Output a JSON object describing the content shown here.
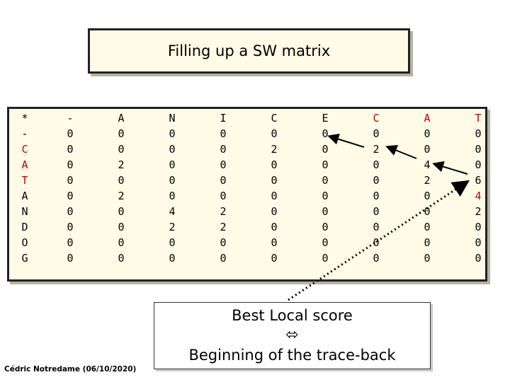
{
  "title": "Filling up a SW matrix",
  "columns": [
    {
      "header": "*",
      "cells": [
        "-",
        "C",
        "A",
        "T",
        "A",
        "N",
        "D",
        "O",
        "G"
      ],
      "red_rows": [
        1,
        2,
        3
      ]
    },
    {
      "header": "-",
      "cells": [
        "0",
        "0",
        "0",
        "0",
        "0",
        "0",
        "0",
        "0",
        "0"
      ],
      "red_rows": []
    },
    {
      "header": "A",
      "cells": [
        "0",
        "0",
        "2",
        "0",
        "2",
        "0",
        "0",
        "0",
        "0"
      ],
      "red_rows": []
    },
    {
      "header": "N",
      "cells": [
        "0",
        "0",
        "0",
        "0",
        "0",
        "4",
        "2",
        "0",
        "0"
      ],
      "red_rows": []
    },
    {
      "header": "I",
      "cells": [
        "0",
        "0",
        "0",
        "0",
        "0",
        "2",
        "2",
        "0",
        "0"
      ],
      "red_rows": []
    },
    {
      "header": "C",
      "cells": [
        "0",
        "2",
        "0",
        "0",
        "0",
        "0",
        "0",
        "0",
        "0"
      ],
      "red_rows": []
    },
    {
      "header": "E",
      "cells": [
        "0",
        "0",
        "0",
        "0",
        "0",
        "0",
        "0",
        "0",
        "0"
      ],
      "red_rows": []
    },
    {
      "header": "C",
      "cells": [
        "0",
        "2",
        "0",
        "0",
        "0",
        "0",
        "0",
        "0",
        "0"
      ],
      "red_rows": [],
      "header_red": true
    },
    {
      "header": "A",
      "cells": [
        "0",
        "0",
        "4",
        "2",
        "0",
        "0",
        "0",
        "0",
        "0"
      ],
      "red_rows": [],
      "header_red": true
    },
    {
      "header": "T",
      "cells": [
        "0",
        "0",
        "0",
        "6",
        "4",
        "2",
        "0",
        "0",
        "0"
      ],
      "red_rows": [
        4
      ],
      "header_red": true
    }
  ],
  "callout": {
    "line1": "Best Local score",
    "symbol": "⬄",
    "line2": "Beginning of the trace-back"
  },
  "footer": "Cédric Notredame (06/10/2020)",
  "colors": {
    "highlight": "#c00000",
    "panel_bg": "#fffbe6"
  }
}
